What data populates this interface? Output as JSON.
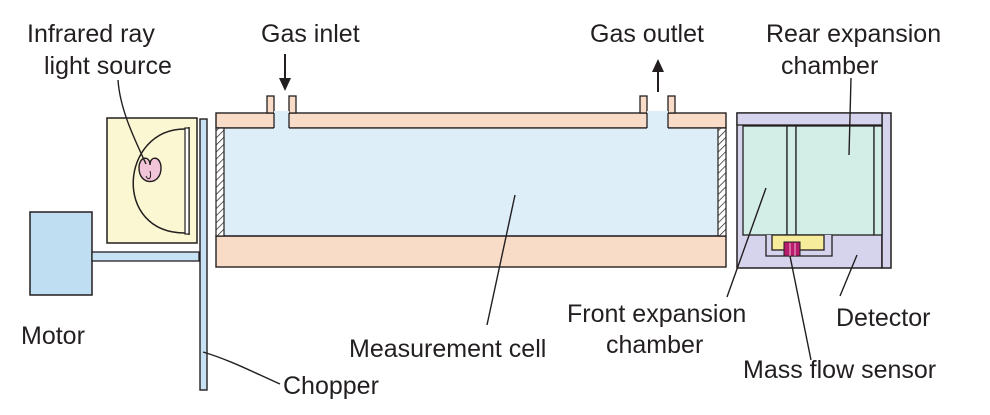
{
  "labels": {
    "infrared_line1": "Infrared ray",
    "infrared_line2": "light source",
    "gas_inlet": "Gas inlet",
    "gas_outlet": "Gas outlet",
    "rear_line1": "Rear expansion",
    "rear_line2": "chamber",
    "motor": "Motor",
    "measurement_cell": "Measurement cell",
    "front_line1": "Front expansion",
    "front_line2": "chamber",
    "detector": "Detector",
    "mass_flow_sensor": "Mass flow sensor",
    "chopper": "Chopper"
  },
  "colors": {
    "cell_wall": "#f8dcc8",
    "cell_interior": "#deeef8",
    "light_box": "#fbf7d2",
    "lamp": "#f2c4d8",
    "motor": "#c0def2",
    "chopper": "#c6e2f4",
    "detector_body": "#d6d4ec",
    "expansion": "#d2eee6",
    "sensor_tray": "#f7ec9c",
    "sensor": "#b81c6c",
    "stroke": "#231f20"
  }
}
